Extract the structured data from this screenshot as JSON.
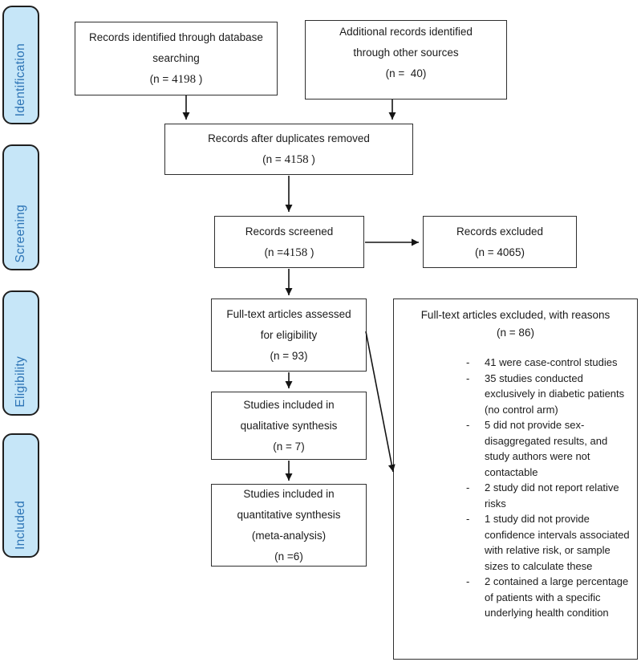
{
  "diagram_title": "PRISMA flow diagram",
  "colors": {
    "stage_fill": "#c6e6f8",
    "stage_text": "#2e75b6",
    "box_border": "#2f2f2f",
    "arrow": "#141414"
  },
  "serif_tokens": [
    "4198",
    "4158"
  ],
  "sidebar": {
    "stages": [
      {
        "id": "identification",
        "label": "Identification"
      },
      {
        "id": "screening",
        "label": "Screening"
      },
      {
        "id": "eligibility",
        "label": "Eligibility"
      },
      {
        "id": "included",
        "label": "Included"
      }
    ]
  },
  "boxes": {
    "database_search": {
      "lines": [
        "Records identified through database",
        "searching",
        "(n = 4198 )"
      ]
    },
    "other_sources": {
      "lines": [
        "Additional records identified",
        "through other sources",
        "(n =  40)"
      ]
    },
    "duplicates_removed": {
      "lines": [
        "Records after duplicates removed",
        "(n = 4158 )"
      ]
    },
    "records_screened": {
      "lines": [
        "Records screened",
        "(n =4158 )"
      ]
    },
    "records_excluded": {
      "lines": [
        "Records excluded",
        "(n = 4065)"
      ]
    },
    "fulltext_assessed": {
      "lines": [
        "Full-text articles assessed",
        "for eligibility",
        "(n = 93)"
      ]
    },
    "qualitative_synthesis": {
      "lines": [
        "Studies included in",
        "qualitative synthesis",
        "(n = 7)"
      ]
    },
    "quantitative_synthesis": {
      "lines": [
        "Studies included in",
        "quantitative synthesis",
        "(meta-analysis)",
        "(n =6)"
      ]
    },
    "fulltext_excluded": {
      "title_lines": [
        "Full-text articles excluded, with reasons",
        "(n = 86)"
      ],
      "bullet": "-",
      "reasons": [
        "41 were case-control studies",
        "35 studies conducted exclusively in diabetic patients (no control arm)",
        "5 did not provide sex-disaggregated results, and study authors were not contactable",
        "2 study did not report relative risks",
        "1 study did not provide confidence intervals associated with relative risk, or sample sizes to calculate these",
        "2 contained a large percentage of patients with a specific underlying health condition"
      ]
    }
  }
}
